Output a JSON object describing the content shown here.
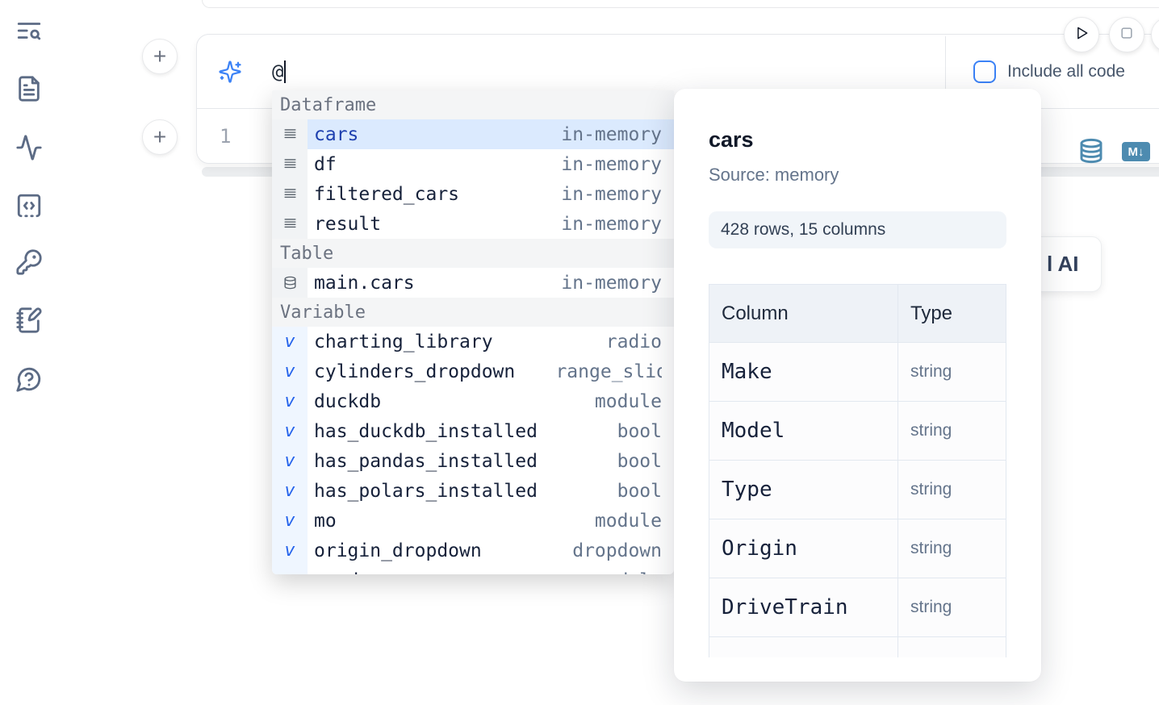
{
  "icons": {
    "plus": "+",
    "markdown_badge": "M↓",
    "variable_glyph": "v"
  },
  "colors": {
    "accent_blue": "#3b82f6",
    "steel_blue": "#4d8bb0",
    "selected_bg": "#dbeafe",
    "selected_text": "#1e40af"
  },
  "sidebar": {
    "items": [
      {
        "icon": "text-search-icon"
      },
      {
        "icon": "file-text-icon"
      },
      {
        "icon": "activity-icon"
      },
      {
        "icon": "code-square-icon"
      },
      {
        "icon": "key-icon"
      },
      {
        "icon": "notebook-pen-icon"
      },
      {
        "icon": "help-chat-icon"
      }
    ]
  },
  "cell": {
    "ai_prompt_value": "@",
    "include_all_code_label": "Include all code",
    "line_number": "1"
  },
  "partial_button_label": "l AI",
  "autocomplete": {
    "sections": [
      {
        "label": "Dataframe",
        "items": [
          {
            "icon": "rows",
            "name": "cars",
            "type": "in-memory",
            "selected": true
          },
          {
            "icon": "rows",
            "name": "df",
            "type": "in-memory"
          },
          {
            "icon": "rows",
            "name": "filtered_cars",
            "type": "in-memory"
          },
          {
            "icon": "rows",
            "name": "result",
            "type": "in-memory"
          }
        ]
      },
      {
        "label": "Table",
        "items": [
          {
            "icon": "database",
            "name": "main.cars",
            "type": "in-memory"
          }
        ]
      },
      {
        "label": "Variable",
        "items": [
          {
            "icon": "variable",
            "name": "charting_library",
            "type": "radio"
          },
          {
            "icon": "variable",
            "name": "cylinders_dropdown",
            "type": "range_slider"
          },
          {
            "icon": "variable",
            "name": "duckdb",
            "type": "module"
          },
          {
            "icon": "variable",
            "name": "has_duckdb_installed",
            "type": "bool"
          },
          {
            "icon": "variable",
            "name": "has_pandas_installed",
            "type": "bool"
          },
          {
            "icon": "variable",
            "name": "has_polars_installed",
            "type": "bool"
          },
          {
            "icon": "variable",
            "name": "mo",
            "type": "module"
          },
          {
            "icon": "variable",
            "name": "origin_dropdown",
            "type": "dropdown"
          },
          {
            "icon": "variable",
            "name": "pandas",
            "type": "module"
          }
        ]
      }
    ]
  },
  "preview_panel": {
    "title": "cars",
    "source": "Source: memory",
    "shape_badge": "428 rows, 15 columns",
    "columns_table": {
      "headers": [
        "Column",
        "Type"
      ],
      "rows": [
        [
          "Make",
          "string"
        ],
        [
          "Model",
          "string"
        ],
        [
          "Type",
          "string"
        ],
        [
          "Origin",
          "string"
        ],
        [
          "DriveTrain",
          "string"
        ],
        [
          "",
          ""
        ]
      ]
    }
  }
}
